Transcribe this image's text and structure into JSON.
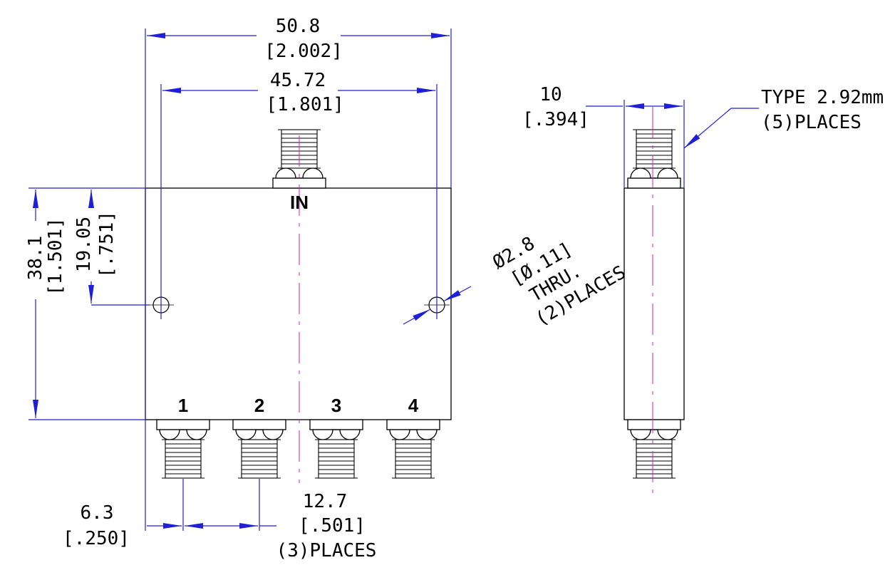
{
  "dimensions": {
    "overall_width": {
      "mm": "50.8",
      "inch": "[2.002]"
    },
    "hole_spacing": {
      "mm": "45.72",
      "inch": "[1.801]"
    },
    "height": {
      "mm": "38.1",
      "inch": "[1.501]"
    },
    "hole_height": {
      "mm": "19.05",
      "inch": "[.751]"
    },
    "depth": {
      "mm": "10",
      "inch": "[.394]"
    },
    "port_offset": {
      "mm": "6.3",
      "inch": "[.250]"
    },
    "port_pitch": {
      "mm": "12.7",
      "inch": "[.501]",
      "note": "(3)PLACES"
    },
    "hole_spec": {
      "dia": "Ø2.8",
      "inch": "[Ø.11]",
      "thru": "THRU.",
      "note": "(2)PLACES"
    }
  },
  "connector_note": {
    "type": "TYPE 2.92mm",
    "places": "(5)PLACES"
  },
  "ports": {
    "input": "IN",
    "outputs": [
      "1",
      "2",
      "3",
      "4"
    ]
  },
  "colors": {
    "dimension": "#1f1fd6",
    "centerline": "#d01ed0",
    "outline": "#000000"
  }
}
